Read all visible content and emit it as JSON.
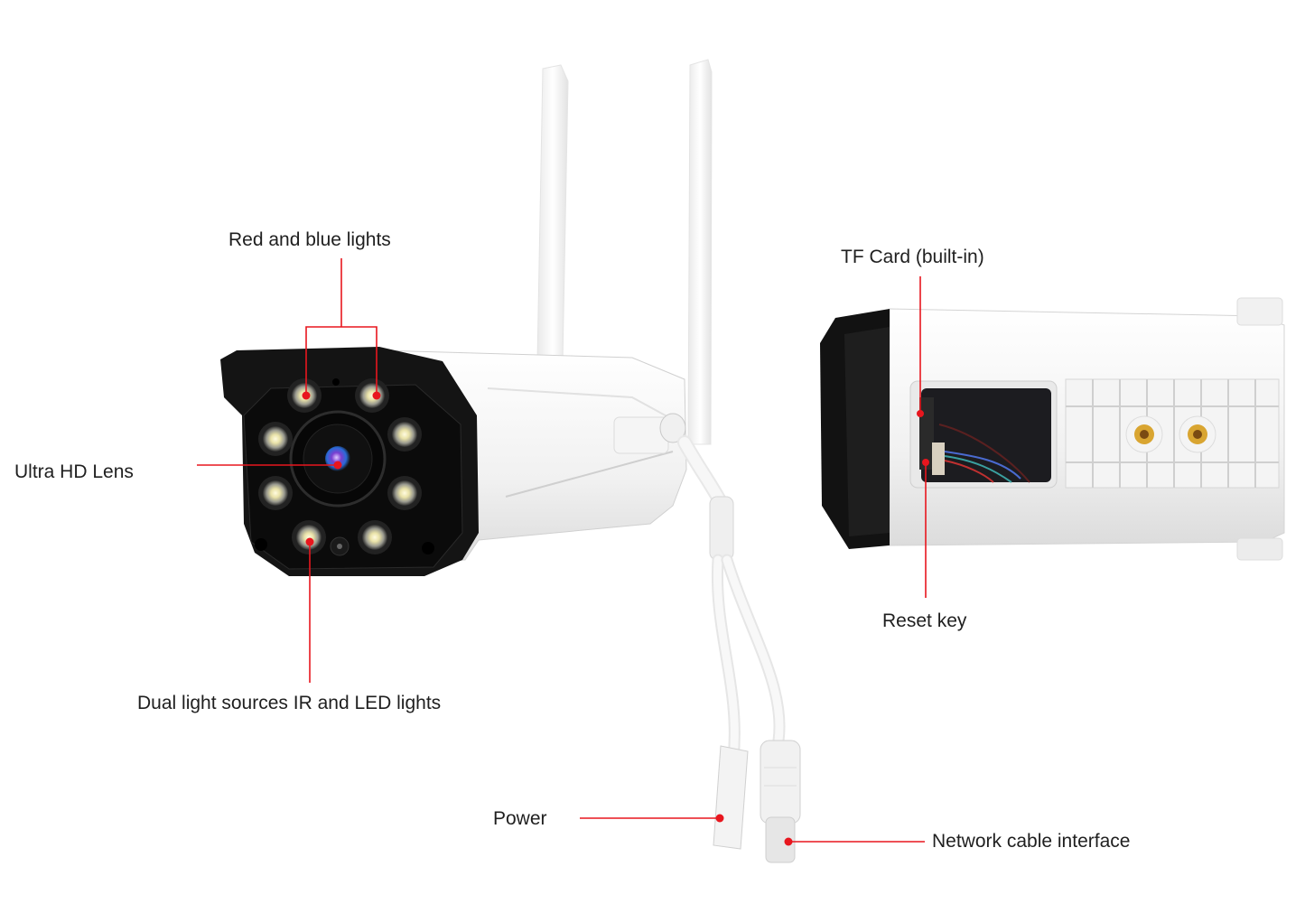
{
  "diagram": {
    "subject": "Wireless bullet security camera",
    "views": [
      "front-three-quarter view",
      "bottom view"
    ],
    "accent_color": "#e8161e",
    "labels": {
      "red_blue_lights": "Red and blue lights",
      "ultra_hd_lens": "Ultra HD Lens",
      "dual_light": "Dual light sources IR and LED lights",
      "tf_card": "TF Card (built-in)",
      "reset_key": "Reset key",
      "power": "Power",
      "network": "Network cable interface"
    }
  }
}
